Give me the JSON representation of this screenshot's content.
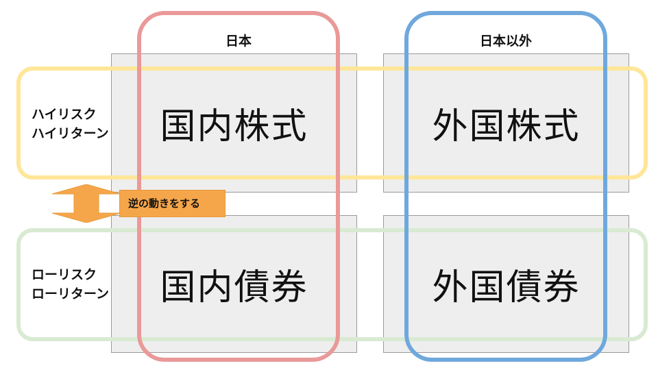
{
  "columns": {
    "japan": "日本",
    "overseas": "日本以外"
  },
  "rows": {
    "high": [
      "ハイリスク",
      "ハイリターン"
    ],
    "low": [
      "ローリスク",
      "ローリターン"
    ]
  },
  "quadrants": {
    "domestic_stock": "国内株式",
    "foreign_stock": "外国株式",
    "domestic_bond": "国内債券",
    "foreign_bond": "外国債券"
  },
  "callout": "逆の動きをする",
  "colors": {
    "high_frame": "#ffe699",
    "low_frame": "#d9ead3",
    "japan_frame": "#ea9999",
    "overseas_frame": "#6fa8dc",
    "arrow": "#f6a64a",
    "quadrant_fill": "#eeeeee"
  }
}
